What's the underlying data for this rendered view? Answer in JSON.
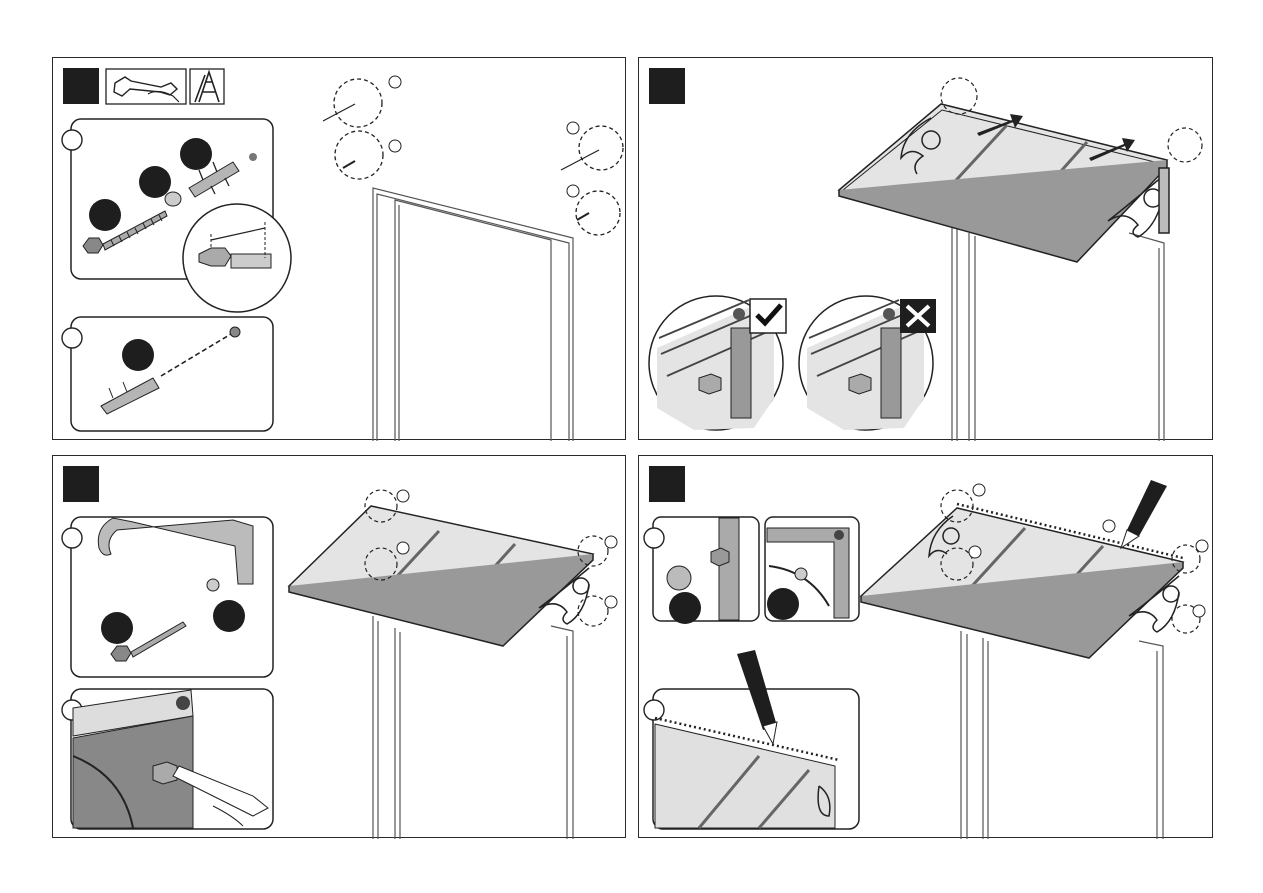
{
  "panels": [
    {
      "id": "step-1",
      "step_number": "",
      "tool_icons": [
        "wrench-icon",
        "ladder-icon"
      ],
      "callouts": [
        {
          "letter": ""
        },
        {
          "letter": ""
        }
      ]
    },
    {
      "id": "step-2",
      "step_number": "",
      "check_marks": [
        {
          "icon": "check-icon",
          "meaning": "correct"
        },
        {
          "icon": "cross-icon",
          "meaning": "incorrect"
        }
      ]
    },
    {
      "id": "step-3",
      "step_number": "",
      "callouts": [
        {
          "letter": ""
        },
        {
          "letter": ""
        }
      ]
    },
    {
      "id": "step-4",
      "step_number": "",
      "callouts": [
        {
          "letter": ""
        },
        {
          "letter": ""
        },
        {
          "letter": ""
        }
      ]
    }
  ],
  "colors": {
    "line": "#2a2a2a",
    "badge": "#1e1e1e",
    "panel_fill": "#e9e9e9",
    "frame": "#555555"
  }
}
